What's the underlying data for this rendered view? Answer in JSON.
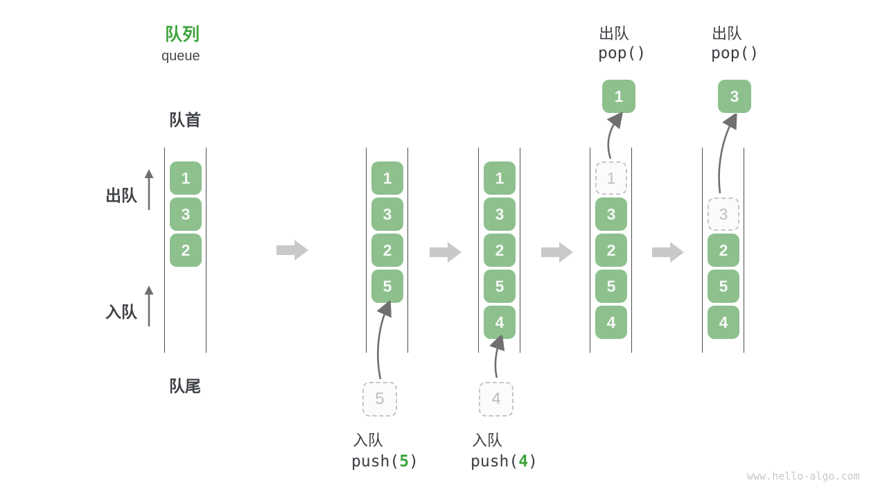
{
  "title": {
    "zh": "队列",
    "en": "queue"
  },
  "side_labels": {
    "front": "队首",
    "rear": "队尾",
    "dequeue": "出队",
    "enqueue": "入队"
  },
  "states": [
    {
      "cells": [
        "1",
        "3",
        "2"
      ]
    },
    {
      "cells": [
        "1",
        "3",
        "2",
        "5"
      ],
      "staging": "5"
    },
    {
      "cells": [
        "1",
        "3",
        "2",
        "5",
        "4"
      ],
      "staging": "4"
    },
    {
      "cells": [
        "1",
        "3",
        "2",
        "5",
        "4"
      ],
      "popped": "1"
    },
    {
      "cells": [
        "3",
        "2",
        "5",
        "4"
      ],
      "popped": "3"
    }
  ],
  "ops": {
    "push5": {
      "label": "入队",
      "fn": "push(",
      "arg": "5",
      "close": ")"
    },
    "push4": {
      "label": "入队",
      "fn": "push(",
      "arg": "4",
      "close": ")"
    },
    "pop_first": {
      "label": "出队",
      "call": "pop()"
    },
    "pop_second": {
      "label": "出队",
      "call": "pop()"
    }
  },
  "watermark": "www.hello-algo.com",
  "colors": {
    "accent_green": "#3da43d",
    "cell_green": "#8dc08d",
    "cell_text": "#f4f8f4",
    "dashed_border": "#c6c6c6",
    "dashed_text": "#bdbdbd",
    "rail_line": "#4d4d4d",
    "thin_arrow": "#6f6f6f",
    "block_arrow": "#c9c9c9",
    "text_dark": "#3e4145",
    "watermark_gray": "#c9c9c9"
  }
}
